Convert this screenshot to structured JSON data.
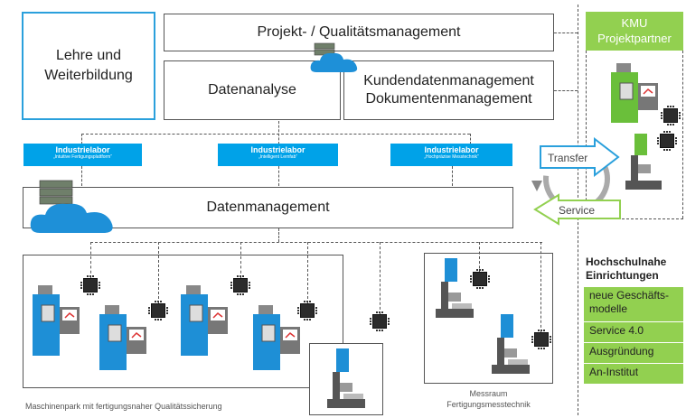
{
  "blocks": {
    "education": "Lehre und Weiterbildung",
    "project": "Projekt- / Qualitätsmanagement",
    "analysis": "Datenanalyse",
    "customer_line1": "Kundendatenmanagement",
    "customer_line2": "Dokumentenmanagement",
    "data_mgmt": "Datenmanagement"
  },
  "labs": [
    {
      "title": "Industrielabor",
      "subtitle": "„Intuitive Fertigungsplattform“"
    },
    {
      "title": "Industrielabor",
      "subtitle": "„Intelligent Lernfab“"
    },
    {
      "title": "Industrielabor",
      "subtitle": "„Hochpräzise Messtechnik“"
    }
  ],
  "partner": {
    "line1": "KMU",
    "line2": "Projektpartner"
  },
  "arrows": {
    "transfer": "Transfer",
    "service": "Service"
  },
  "university": {
    "title_line1": "Hochschulnahe",
    "title_line2": "Einrichtungen",
    "items": [
      "neue Geschäfts-modelle",
      "Service 4.0",
      "Ausgründung",
      "An-Institut"
    ]
  },
  "captions": {
    "machine_park": "Maschinenpark mit fertigungsnaher Qualitätssicherung",
    "measure_line1": "Messraum",
    "measure_line2": "Fertigungsmesstechnik"
  },
  "colors": {
    "lab_blue": "#00a2e8",
    "cloud_blue": "#1e90d8",
    "partner_green": "#92d050"
  }
}
